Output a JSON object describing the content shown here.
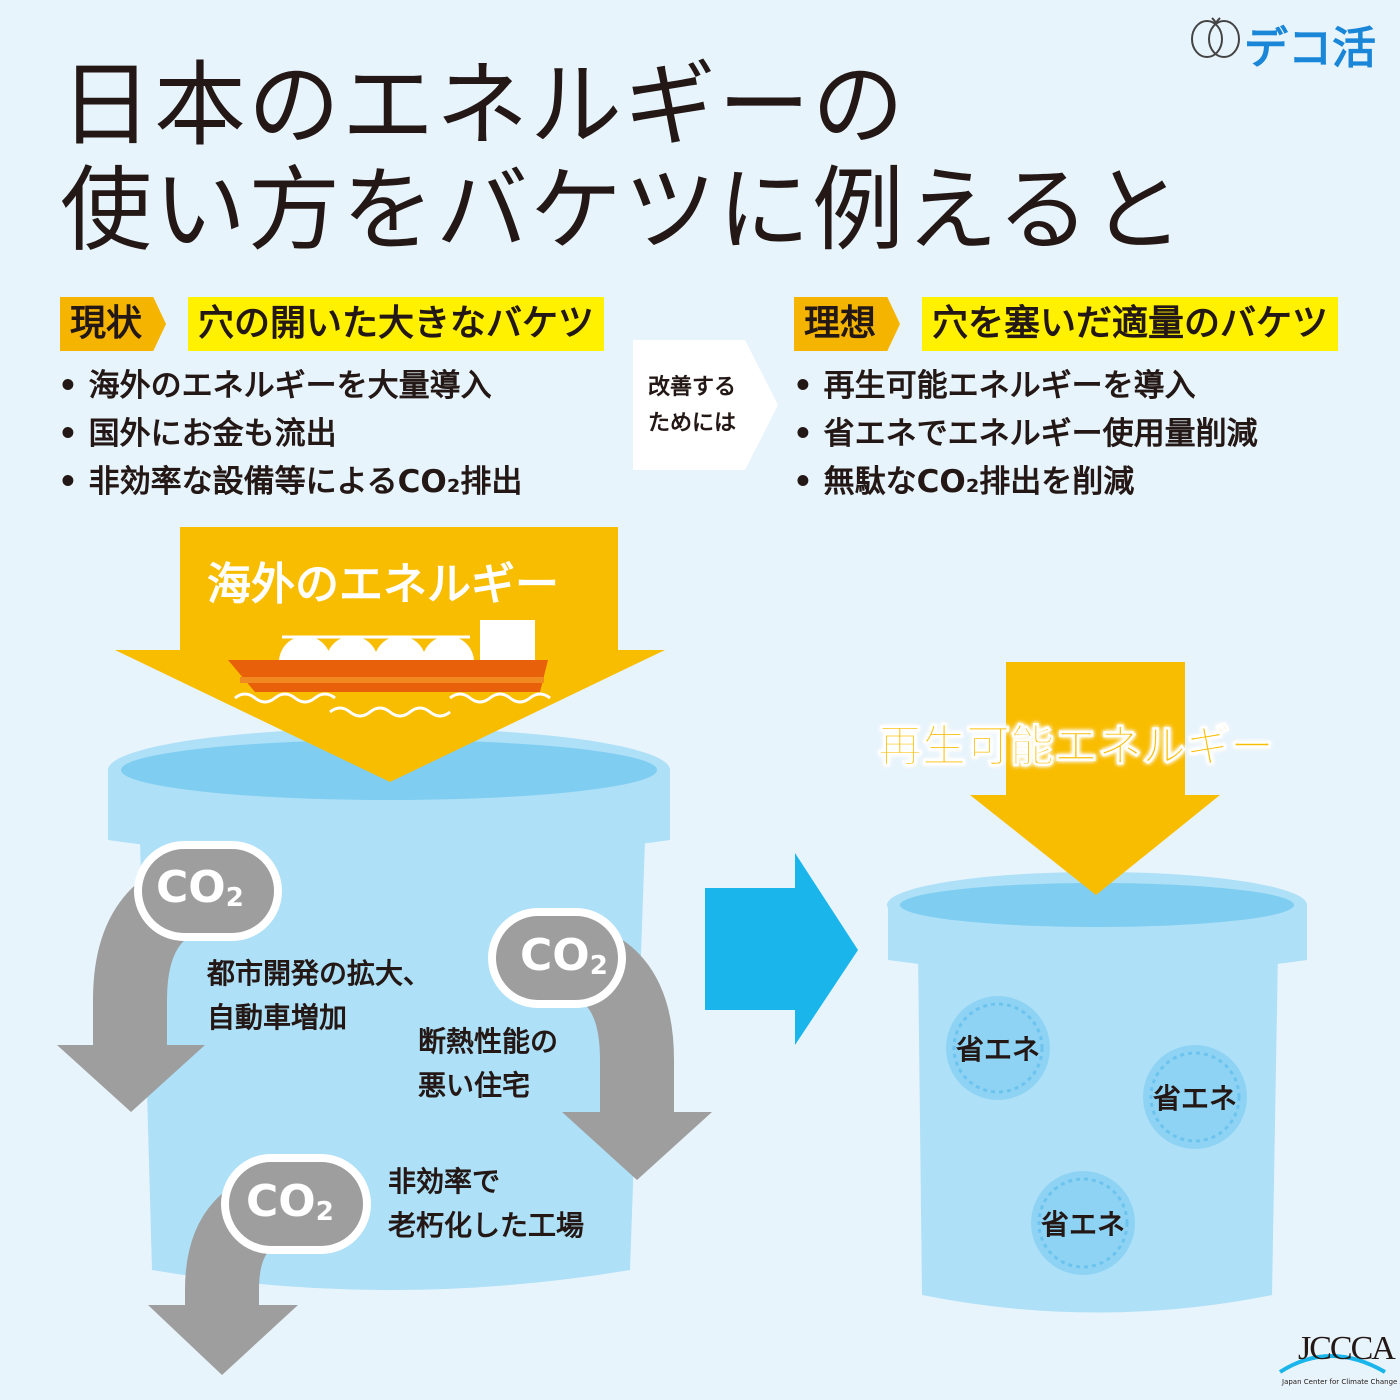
{
  "logo": {
    "text": "デコ活"
  },
  "title": {
    "line1": "日本のエネルギーの",
    "line2": "使い方をバケツに例えると"
  },
  "current": {
    "tag": "現状",
    "heading": "穴の開いた大きなバケツ",
    "bullets": [
      "海外のエネルギーを大量導入",
      "国外にお金も流出",
      "非効率な設備等によるCO₂排出"
    ]
  },
  "transition": {
    "line1": "改善する",
    "line2": "ためには"
  },
  "ideal": {
    "tag": "理想",
    "heading": "穴を塞いだ適量のバケツ",
    "bullets": [
      "再生可能エネルギーを導入",
      "省エネでエネルギー使用量削減",
      "無駄なCO₂排出を削減"
    ]
  },
  "left_bucket": {
    "inflow": "海外のエネルギー",
    "co2_label": "CO",
    "co2_sub": "2",
    "leaks": [
      {
        "line1": "都市開発の拡大、",
        "line2": "自動車増加"
      },
      {
        "line1": "断熱性能の",
        "line2": "悪い住宅"
      },
      {
        "line1": "非効率で",
        "line2": "老朽化した工場"
      }
    ]
  },
  "right_bucket": {
    "inflow": "再生可能エネルギー",
    "savings": [
      "省エネ",
      "省エネ",
      "省エネ"
    ]
  },
  "footer": {
    "org": "JCCCA",
    "org_full": "Japan Center for Climate Change Actions"
  },
  "colors": {
    "background": "#e8f4fc",
    "orange": "#f9bd00",
    "yellow": "#fff100",
    "bucket": "#aee0f7",
    "water": "#7fcdf0",
    "arrow_blue": "#1ab5ea",
    "co2_grey": "#9e9e9e",
    "logo_blue": "#1a86d8"
  }
}
